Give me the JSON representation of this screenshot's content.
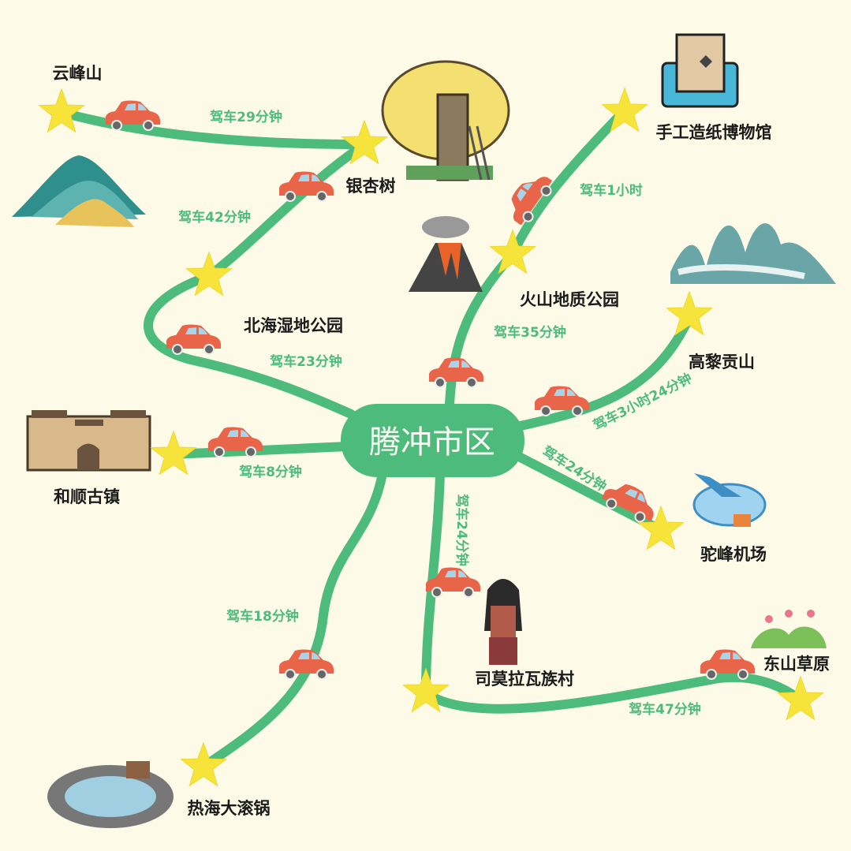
{
  "hub": {
    "name": "腾冲市区",
    "color": "#4dbb7c"
  },
  "colors": {
    "background": "#fdfbe8",
    "route": "#4dbb7c",
    "star": "#f7e43a",
    "car": "#e8654a"
  },
  "places": {
    "yunfeng": "云峰山",
    "yinxing": "银杏树",
    "beihai": "北海湿地公园",
    "huoshan": "火山地质公园",
    "zhizhi": "手工造纸博物馆",
    "gaoligong": "高黎贡山",
    "heshun": "和顺古镇",
    "tuofeng": "驼峰机场",
    "simo": "司莫拉瓦族村",
    "dongshan": "东山草原",
    "rehai": "热海大滚锅"
  },
  "times": {
    "yunfeng_yinxing": "驾车29分钟",
    "yinxing_beihai": "驾车42分钟",
    "beihai_hub": "驾车23分钟",
    "heshun_hub": "驾车8分钟",
    "huoshan_zhizhi": "驾车1小时",
    "hub_huoshan": "驾车35分钟",
    "hub_gaoligong": "驾车3小时24分钟",
    "hub_tuofeng": "驾车24分钟",
    "hub_simo": "驾车24分钟",
    "hub_rehai": "驾车18分钟",
    "simo_dongshan": "驾车47分钟"
  },
  "icons": [
    "star-icon",
    "car-icon",
    "mountain-icon",
    "ginkgo-tree-icon",
    "volcano-icon",
    "paper-museum-icon",
    "karst-peaks-icon",
    "ancient-town-icon",
    "airplane-icon",
    "wa-girl-icon",
    "grassland-icon",
    "hot-spring-icon"
  ]
}
